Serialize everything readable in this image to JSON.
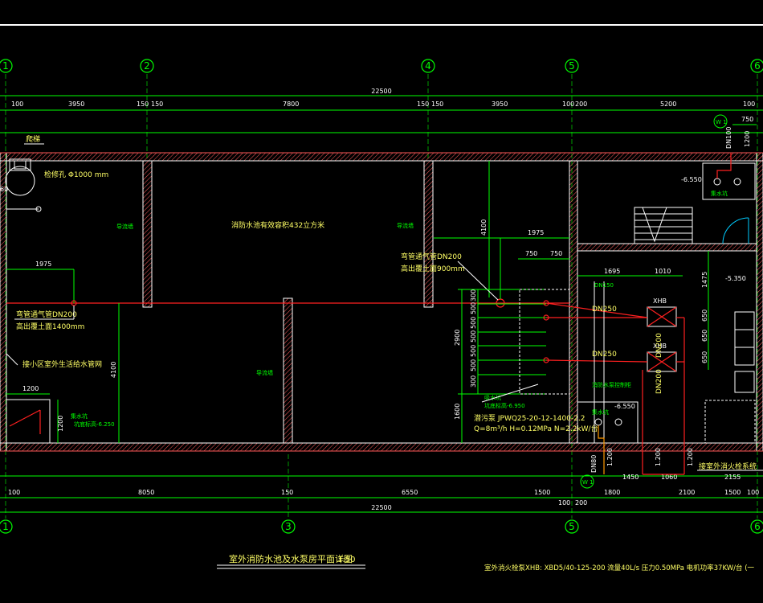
{
  "drawing_title": "室外消防水池及水泵房平面详图",
  "drawing_scale": "1:50",
  "pump_spec": "室外消火栓泵XHB: XBD5/40-125-200 流量40L/s 压力0.50MPa 电机功率37KW/台 (一",
  "axes_top": [
    "1",
    "2",
    "4",
    "5",
    "6"
  ],
  "axes_bottom": [
    "1",
    "3",
    "5",
    "6"
  ],
  "dims_top_total": "22500",
  "dims_top": [
    "100",
    "3950",
    "150",
    "150",
    "7800",
    "150",
    "150",
    "3950",
    "100",
    "200",
    "5200",
    "100"
  ],
  "dims_bottom_total": "22500",
  "dims_bottom": [
    "100",
    "8050",
    "150",
    "6550",
    "1500",
    "100",
    "200",
    "1800",
    "2100",
    "1500",
    "100",
    "1450",
    "1060",
    "2155"
  ],
  "labels": {
    "ladder": "爬梯",
    "manhole": "检修孔 Φ1000 mm",
    "pool_volume": "消防水池有效容积432立方米",
    "vent_pipe_left": "弯管通气管DN200",
    "vent_height_left": "高出覆土面1400mm",
    "vent_pipe_right": "弯管通气管DN200",
    "vent_height_right": "高出覆土面900mm",
    "connect_main": "接小区室外生活给水管网",
    "baffle_wall_1": "导流墙",
    "baffle_wall_2": "导流墙",
    "baffle_wall_3": "导流墙",
    "sump": "集水坑",
    "sump_level": "坑底标高-6.250",
    "sump_pump": "潜污泵 JPWQ25-20-12-1400-2.2",
    "sump_pump_spec": "Q=8m³/h H=0.12MPa N=2.2kW/台",
    "suction_well": "吸水坑",
    "suction_level": "坑底标高-6.950",
    "fire_pump_1": "XHB",
    "fire_pump_2": "XHB",
    "outdoor_hydrant": "接室外消火栓系统",
    "level_top": "-6.550",
    "level_room": "-5.350",
    "level_pit": "-6.550",
    "sump_small": "集水坑",
    "cabinet": "消防水泵控制柜",
    "dn250_1": "DN250",
    "dn250_2": "DN250",
    "dn200_1": "DN200",
    "dn200_2": "DN200",
    "dn150": "DN150",
    "dn100": "DN100",
    "dn80": "DN80",
    "w1_top": "W 1",
    "w1_bottom": "W 1",
    "d_1975_a": "1975",
    "d_1975_b": "1975",
    "d_750_a": "750",
    "d_750_b": "750",
    "d_750_c": "750",
    "d_1695": "1695",
    "d_1010": "1010",
    "d_1475": "1475",
    "d_4100_a": "4100",
    "d_4100_b": "4100",
    "d_2900": "2900",
    "d_1600": "1600",
    "d_1200_a": "1200",
    "d_1200_b": "1200",
    "d_1200_c": "1200",
    "d_650_a": "650",
    "d_650_b": "650",
    "d_650_c": "650",
    "d_500_list": [
      "500",
      "500",
      "500",
      "500",
      "500",
      "300",
      "300"
    ],
    "d_1200_pipes": [
      "1.200",
      "1.200",
      "1.200"
    ],
    "d_60": "60"
  }
}
